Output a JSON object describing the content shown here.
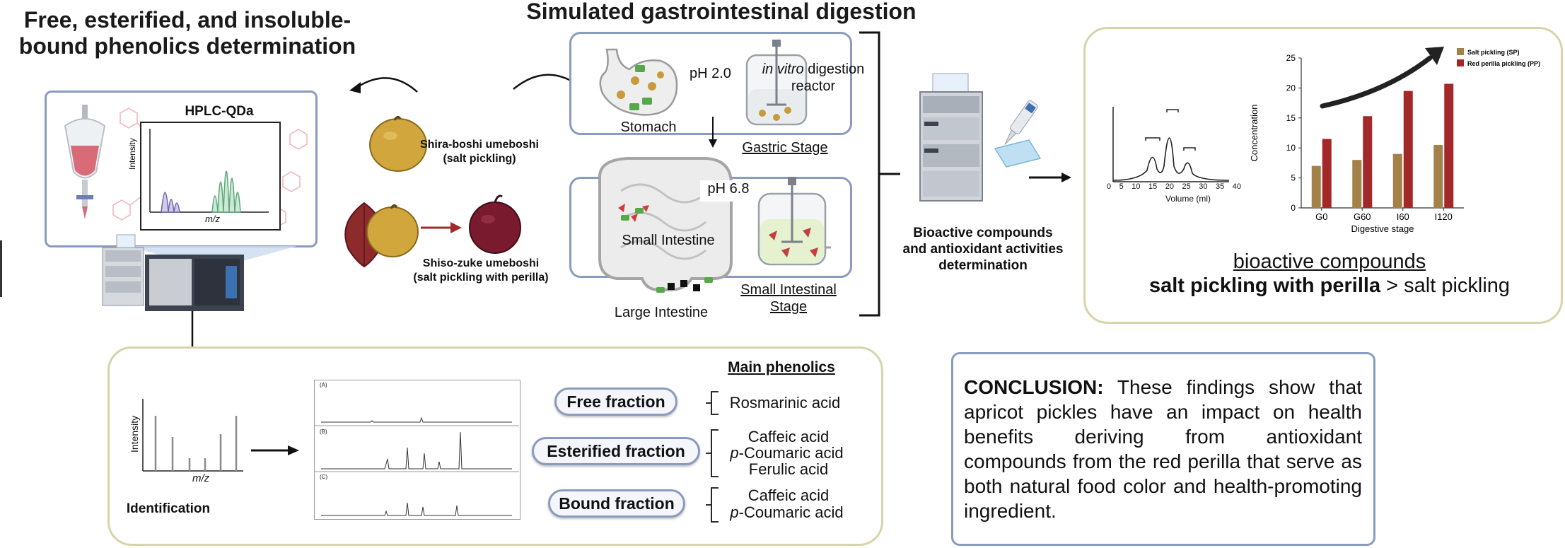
{
  "titles": {
    "phenolics": "Free, esterified, and insoluble-bound phenolics determination",
    "phenolics_line1": "Free, esterified, and insoluble-",
    "phenolics_line2": "bound phenolics determination",
    "digestion": "Simulated gastrointestinal digestion"
  },
  "hplc": {
    "label": "HPLC-QDa",
    "yaxis": "Intensity",
    "xaxis": "m/z"
  },
  "samples": {
    "shira_line1": "Shira-boshi umeboshi",
    "shira_line2": "(salt pickling)",
    "shiso_line1": "Shiso-zuke umeboshi",
    "shiso_line2": "(salt pickling with perilla)"
  },
  "digestion": {
    "stomach_ph": "pH 2.0",
    "stomach_label": "Stomach",
    "reactor_italic": "in vitro",
    "reactor_rest": " digestion",
    "reactor_line2": "reactor",
    "gastric_stage": "Gastric Stage",
    "intestine_ph": "pH 6.8",
    "small_intestine": "Small Intestine",
    "large_intestine": "Large Intestine",
    "small_intestinal_stage_1": "Small Intestinal",
    "small_intestinal_stage_2": "Stage"
  },
  "bioactive": {
    "line1": "Bioactive compounds",
    "line2": "and antioxidant activities",
    "line3": "determination"
  },
  "chromatogram": {
    "xlabel": "Volume (ml)",
    "ticks": [
      "0",
      "5",
      "10",
      "15",
      "20",
      "25",
      "30",
      "35",
      "40"
    ]
  },
  "summary": {
    "heading": "bioactive compounds",
    "comparison_bold": "salt pickling with perilla",
    "comparison_rest": " > salt pickling"
  },
  "identification": {
    "yaxis": "Intensity",
    "xaxis": "m/z",
    "label": "Identification",
    "main_phenolics": "Main phenolics",
    "free_fraction": "Free fraction",
    "esterified_fraction": "Esterified fraction",
    "bound_fraction": "Bound fraction",
    "free_compounds": [
      "Rosmarinic acid"
    ],
    "esterified_compounds": [
      "Caffeic acid",
      "p-Coumaric acid",
      "Ferulic acid"
    ],
    "bound_compounds": [
      "Caffeic acid",
      "p-Coumaric acid"
    ],
    "panel_a": "(A)",
    "panel_b": "(B)",
    "panel_c": "(C)"
  },
  "conclusion": {
    "bold": "CONCLUSION:",
    "text": " These findings show that apricot pickles have an impact on health benefits deriving from antioxidant compounds from the red perilla that serve as both natural food color and health-promoting ingredient."
  },
  "colors": {
    "salt": "#a5814a",
    "perilla": "#a3282a",
    "panel_blue": "#8a9bbf",
    "panel_beige": "#d9d3a8"
  },
  "chart_data": {
    "type": "bar",
    "categories": [
      "G0",
      "G60",
      "I60",
      "I120"
    ],
    "series": [
      {
        "name": "Salt pickling (SP)",
        "values": [
          7,
          8,
          9,
          10.5
        ]
      },
      {
        "name": "Red perilla pickling (PP)",
        "values": [
          11.5,
          15.3,
          19.5,
          20.7
        ]
      }
    ],
    "xlabel": "Digestive stage",
    "ylabel": "Concentration",
    "ylim": [
      0,
      25
    ],
    "yticks": [
      0,
      5,
      10,
      15,
      20,
      25
    ],
    "legend": "top-right"
  }
}
